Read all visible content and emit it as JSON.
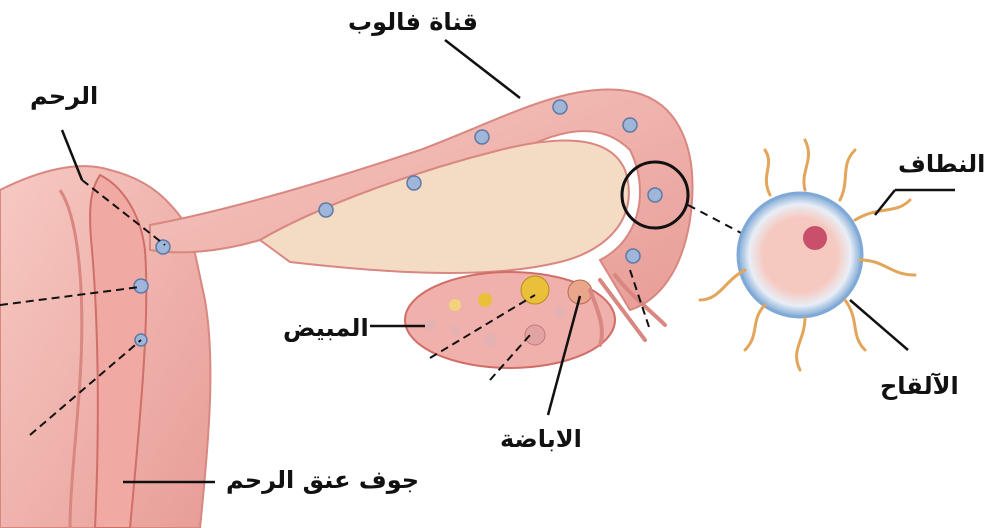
{
  "labels": {
    "fallopian_tube": "قناة فالوب",
    "uterus": "الرحم",
    "sperm": "النطاف",
    "ovary": "المبيض",
    "fertilization": "الآلقاح",
    "ovulation": "الاباضة",
    "cervical_canal": "جوف عنق الرحم"
  },
  "colors": {
    "tissue": "#f2b9b4",
    "tissue_dark": "#e38b86",
    "tube_lumen": "#f4dcc4",
    "egg_cell": "#9fb6d8",
    "sperm": "#e2a55a",
    "zona": "#bcd6ee",
    "egg_core": "#f6c9c0",
    "nucleus": "#c8506a",
    "follicle": "#e8c03a",
    "line": "#111111"
  }
}
